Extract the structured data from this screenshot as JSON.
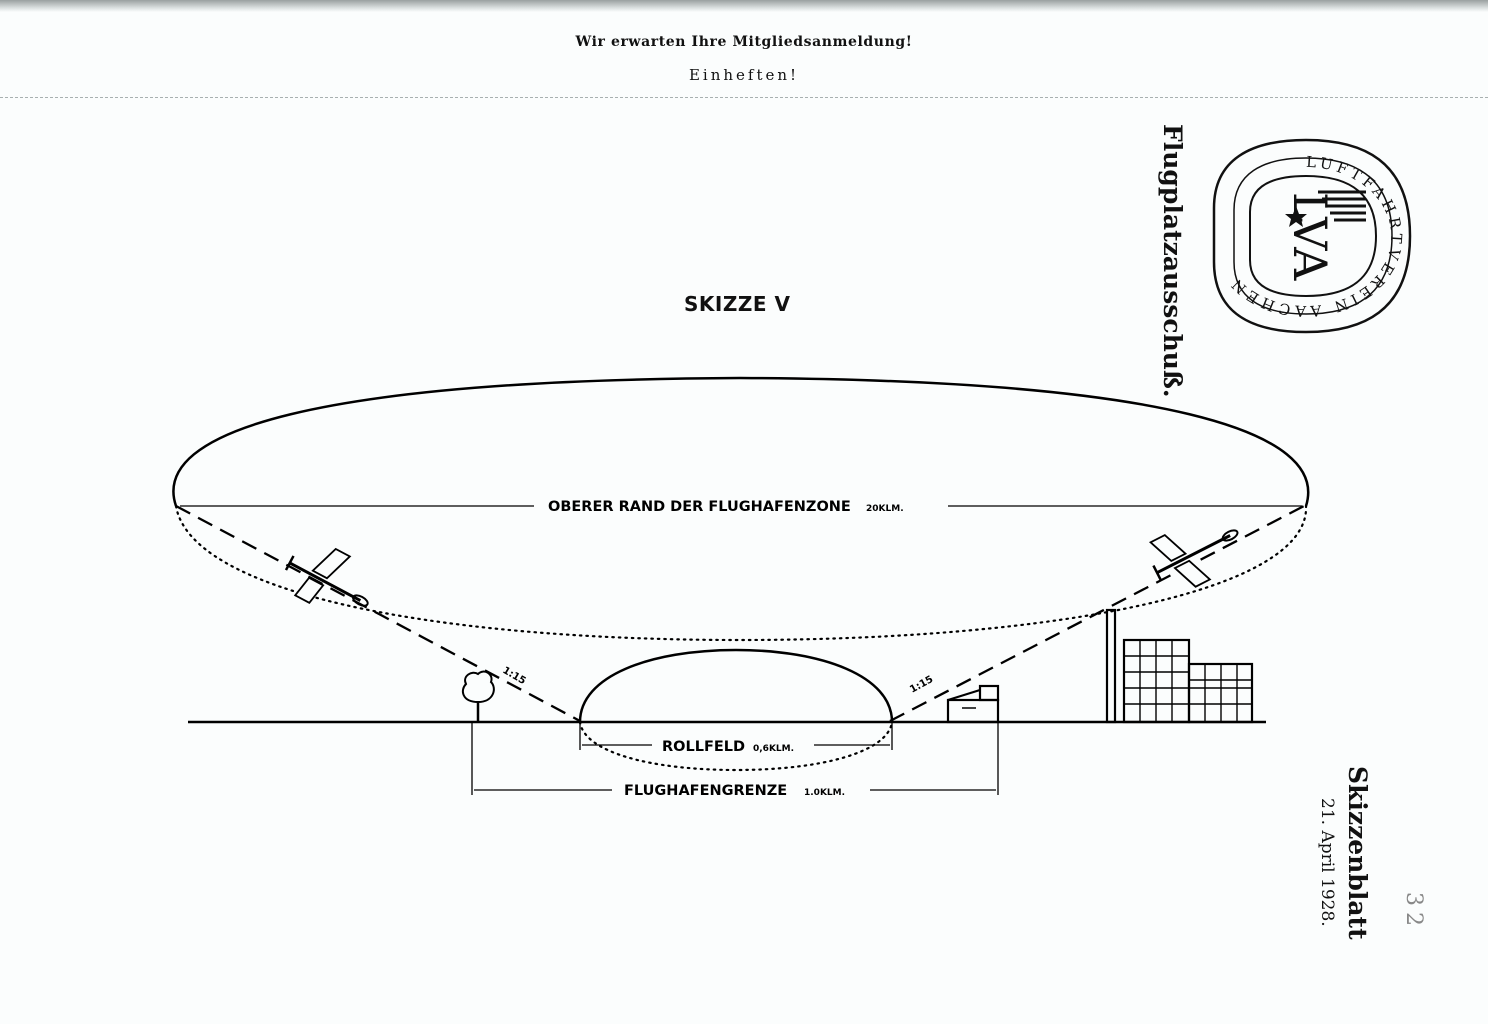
{
  "header": {
    "line1": "Wir erwarten Ihre Mitgliedsanmeldung!",
    "line2": "Einheften!"
  },
  "diagram": {
    "title": "SKIZZE V",
    "zone_label": "OBERER RAND DER FLUGHAFENZONE",
    "zone_value": "20KLM.",
    "runway_label": "ROLLFELD",
    "runway_value": "0,6KLM.",
    "border_label": "FLUGHAFENGRENZE",
    "border_value": "1.0KLM.",
    "slope_left": "1:15",
    "slope_right": "1:15"
  },
  "seal": {
    "ring_text": "LUFTFAHRTVEREIN AACHEN",
    "monogram": "LVA",
    "icon": "star-icon"
  },
  "side": {
    "committee": "Flugplatzausschuß.",
    "sheet": "Skizzenblatt",
    "date": "21. April 1928.",
    "page_number": "32"
  }
}
